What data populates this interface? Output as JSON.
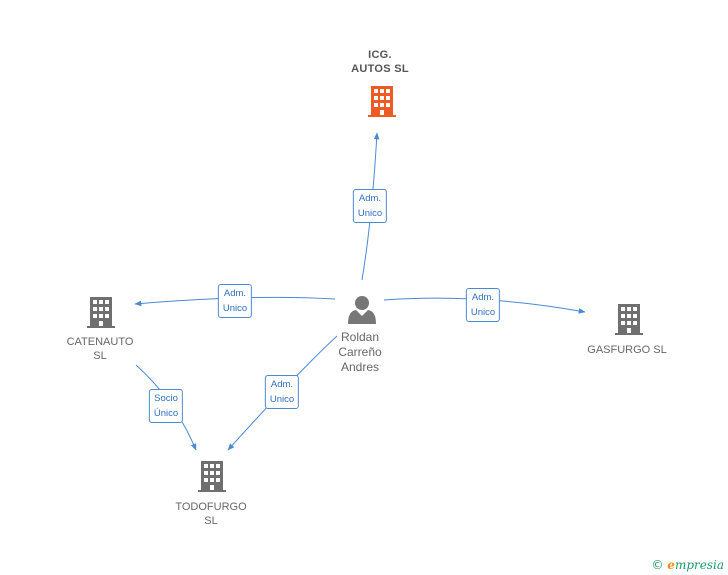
{
  "nodes": {
    "icg": {
      "line1": "ICG.",
      "line2": "AUTOS  SL",
      "color": "#ee5a24"
    },
    "person": {
      "line1": "Roldan",
      "line2": "Carreño",
      "line3": "Andres",
      "color": "#777777"
    },
    "catenauto": {
      "line1": "CATENAUTO",
      "line2": "SL",
      "color": "#6f6f6f"
    },
    "gasfurgo": {
      "line1": "GASFURGO  SL",
      "color": "#6f6f6f"
    },
    "todofurgo": {
      "line1": "TODOFURGO",
      "line2": "SL",
      "color": "#6f6f6f"
    }
  },
  "edges": {
    "to_icg": {
      "line1": "Adm.",
      "line2": "Unico"
    },
    "to_catenauto": {
      "line1": "Adm.",
      "line2": "Unico"
    },
    "to_gasfurgo": {
      "line1": "Adm.",
      "line2": "Unico"
    },
    "to_todofurgo": {
      "line1": "Adm.",
      "line2": "Unico"
    },
    "catenauto_todofurgo": {
      "line1": "Socio",
      "line2": "Único"
    }
  },
  "edge_color": "#4a8ad4",
  "brand": {
    "copyright": "©",
    "initial": "e",
    "name": "mpresia"
  }
}
